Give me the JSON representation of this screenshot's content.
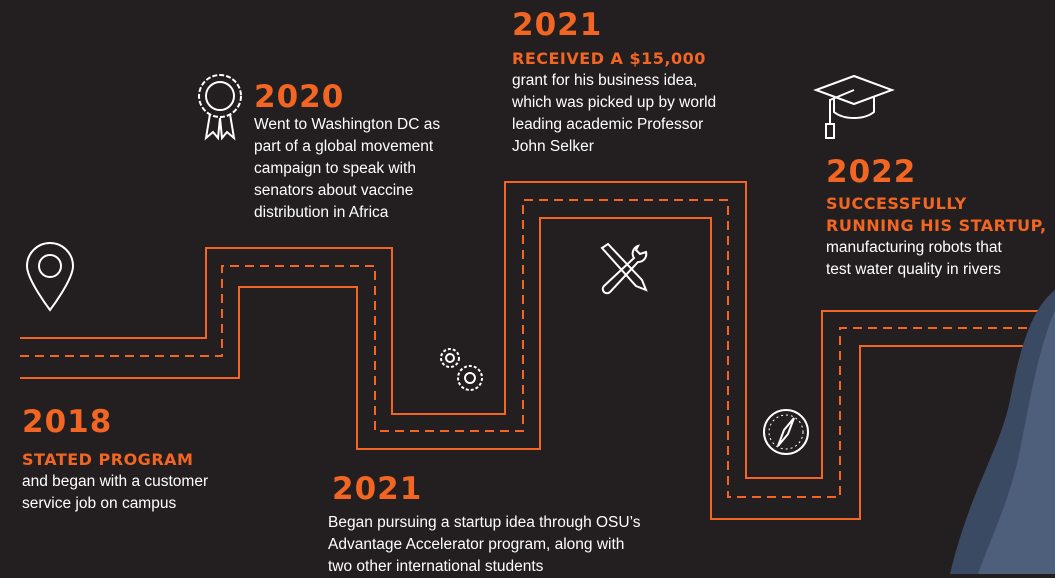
{
  "theme": {
    "background": "#231f20",
    "accent": "#f26522",
    "text": "#ffffff"
  },
  "milestones": [
    {
      "year": "2018",
      "heading": "STATED PROGRAM",
      "text": "and began with a customer\nservice job on campus"
    },
    {
      "year": "2020",
      "heading": "",
      "text": "Went to Washington DC as\npart of a global movement\ncampaign to speak with\nsenators about vaccine\ndistribution in Africa"
    },
    {
      "year": "2021",
      "heading": "RECEIVED A $15,000",
      "text": "grant for his business idea,\nwhich was picked up by world\nleading academic Professor\nJohn Selker"
    },
    {
      "year": "2021",
      "heading": "",
      "text": "Began pursuing a startup idea through OSU’s\nAdvantage Accelerator program, along with\ntwo other international students"
    },
    {
      "year": "2022",
      "heading": "SUCCESSFULLY\nRUNNING HIS STARTUP,",
      "text": "manufacturing robots that\ntest water quality in rivers"
    }
  ],
  "icons": [
    "location-pin-icon",
    "award-ribbon-icon",
    "gears-icon",
    "wrench-screwdriver-icon",
    "compass-icon",
    "graduation-cap-icon"
  ]
}
